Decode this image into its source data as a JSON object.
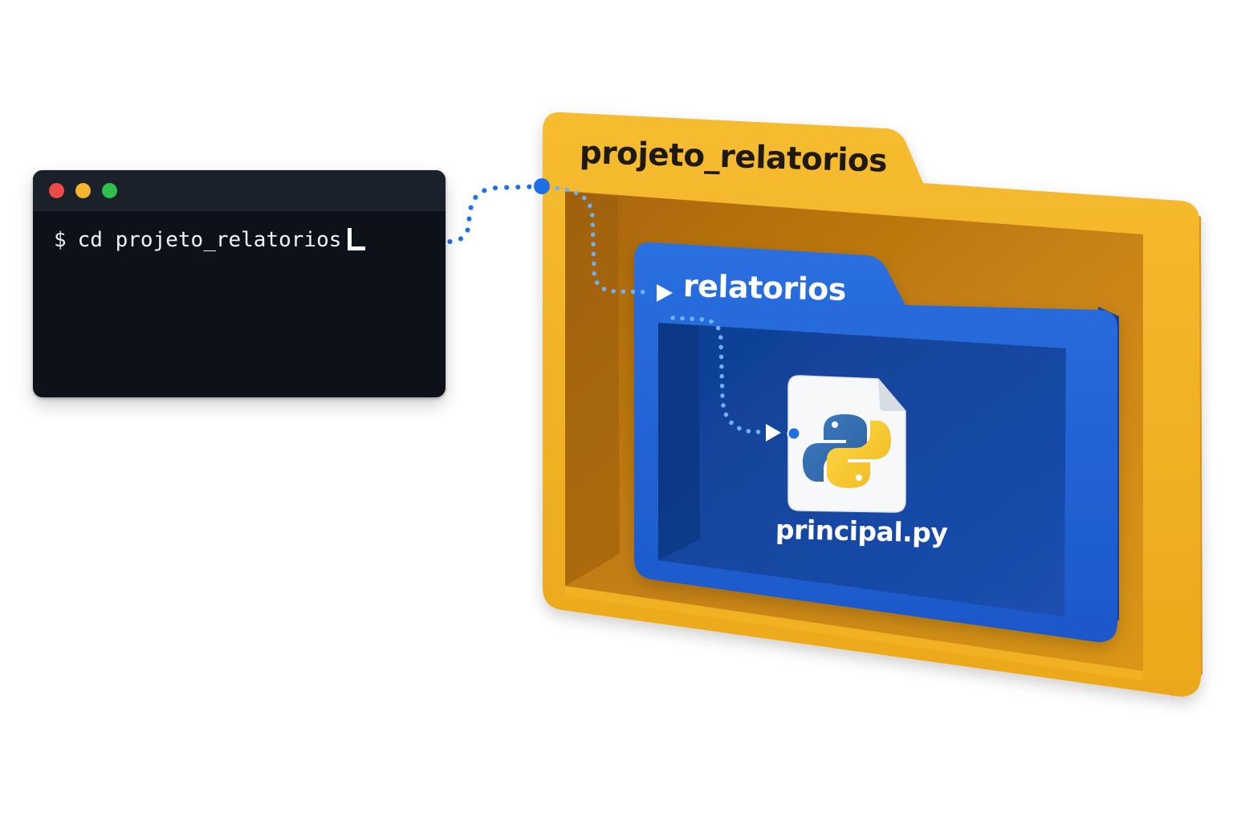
{
  "terminal": {
    "prompt": "$",
    "command": "cd projeto_relatorios",
    "traffic_lights": {
      "close": "#ee4a46",
      "minimize": "#f3b52b",
      "maximize": "#2fbf4c"
    }
  },
  "outer_folder": {
    "name": "projeto_relatorios",
    "color": "#f3b52b"
  },
  "inner_folder": {
    "name": "relatorios",
    "color": "#1f63d6"
  },
  "file": {
    "name": "principal.py",
    "icon": "python-logo-icon"
  },
  "connector_color": "#1f6fe6"
}
